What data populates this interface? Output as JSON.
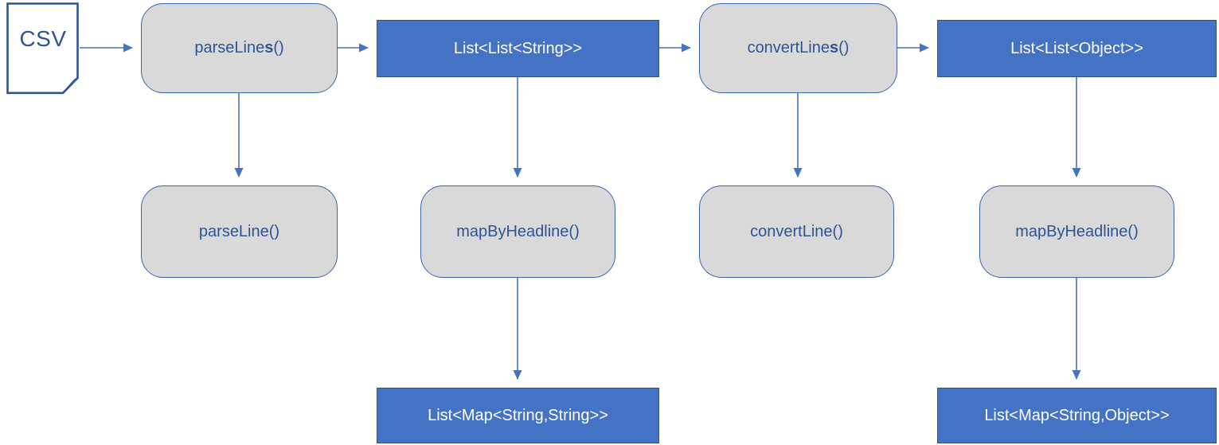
{
  "diagram": {
    "title_hint": "CSV parsing pipeline flowchart",
    "colors": {
      "accent_blue_fill": "#4472C4",
      "accent_blue_border": "#2F528F",
      "process_gray_fill": "#D9D9D9",
      "process_border_blue": "#3C64AC",
      "dark_blue_text": "#2E5496",
      "arrow_blue": "#4472C4",
      "background": "#FFFFFF"
    },
    "csv": {
      "label": "CSV"
    },
    "nodes": {
      "parse_lines": {
        "pre": "parseLine",
        "bold": "s",
        "post": "()"
      },
      "list_list_string": {
        "label": "List<List<String>>"
      },
      "convert_lines": {
        "pre": "convertLine",
        "bold": "s",
        "post": "()"
      },
      "list_list_object": {
        "label": "List<List<Object>>"
      },
      "parse_line": {
        "label": "parseLine()"
      },
      "map_by_headline_1": {
        "label": "mapByHeadline()"
      },
      "convert_line": {
        "label": "convertLine()"
      },
      "map_by_headline_2": {
        "label": "mapByHeadline()"
      },
      "list_map_string_string": {
        "label": "List<Map<String,String>>"
      },
      "list_map_string_object": {
        "label": "List<Map<String,Object>>"
      }
    }
  }
}
